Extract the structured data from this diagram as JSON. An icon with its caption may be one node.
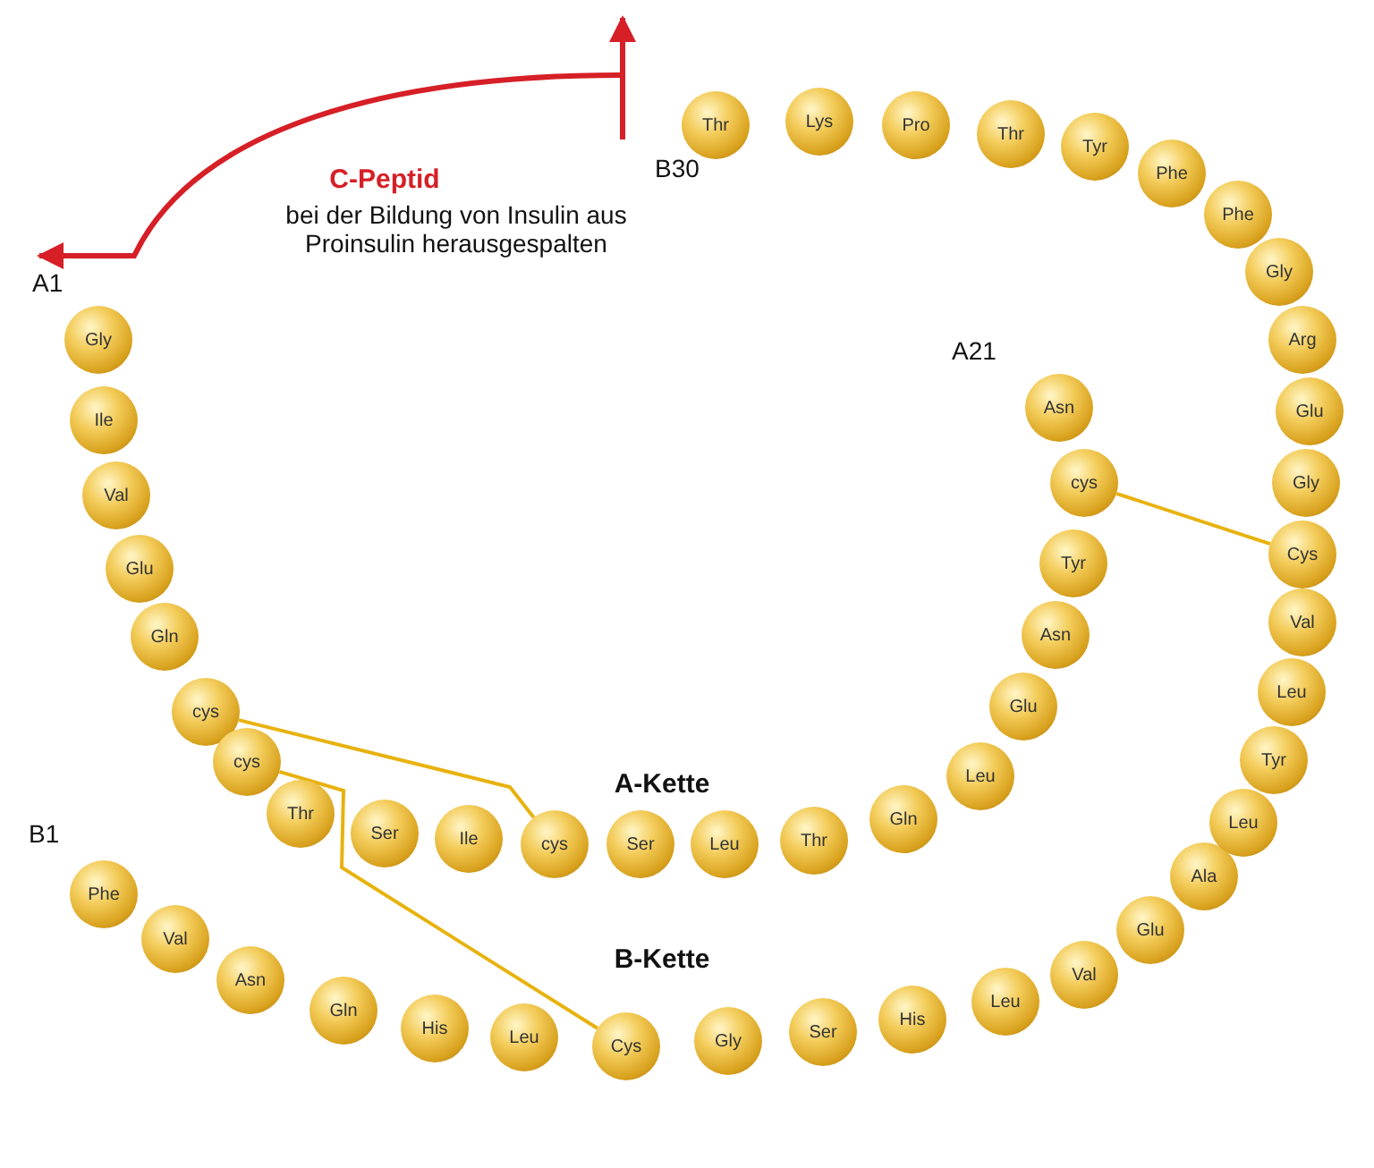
{
  "diagram": {
    "nodes": [
      {
        "text": [
          "Gly"
        ]
      },
      {
        "text": [
          "Ile"
        ]
      },
      {
        "text": [
          "Val"
        ]
      },
      {
        "text": [
          "Glu"
        ]
      },
      {
        "text": [
          "Gln"
        ]
      },
      {
        "text": [
          "cys"
        ]
      },
      {
        "text": [
          "cys"
        ]
      },
      {
        "text": [
          "Thr"
        ]
      },
      {
        "text": [
          "Ser"
        ]
      },
      {
        "text": [
          "Ile"
        ]
      },
      {
        "text": [
          "cys"
        ]
      },
      {
        "text": [
          "Ser"
        ]
      },
      {
        "text": [
          "Leu"
        ]
      },
      {
        "text": [
          "Thr"
        ]
      },
      {
        "text": [
          "Gln"
        ]
      },
      {
        "text": [
          "Leu"
        ]
      },
      {
        "text": [
          "Glu"
        ]
      },
      {
        "text": [
          "Asn"
        ]
      },
      {
        "text": [
          "Tyr"
        ]
      },
      {
        "text": [
          "cys"
        ]
      },
      {
        "text": [
          "Asn"
        ]
      },
      {
        "text": [
          "Phe"
        ]
      },
      {
        "text": [
          "Val"
        ]
      },
      {
        "text": [
          "Asn"
        ]
      },
      {
        "text": [
          "Gln"
        ]
      },
      {
        "text": [
          "His"
        ]
      },
      {
        "text": [
          "Leu"
        ]
      },
      {
        "text": [
          "Cys"
        ]
      },
      {
        "text": [
          "Gly"
        ]
      },
      {
        "text": [
          "Ser"
        ]
      },
      {
        "text": [
          "His"
        ]
      },
      {
        "text": [
          "Leu"
        ]
      },
      {
        "text": [
          "Val"
        ]
      },
      {
        "text": [
          "Glu"
        ]
      },
      {
        "text": [
          "Ala"
        ]
      },
      {
        "text": [
          "Leu"
        ]
      },
      {
        "text": [
          "Tyr"
        ]
      },
      {
        "text": [
          "Leu"
        ]
      },
      {
        "text": [
          "Val"
        ]
      },
      {
        "text": [
          "Cys"
        ]
      },
      {
        "text": [
          "Gly"
        ]
      },
      {
        "text": [
          "Glu"
        ]
      },
      {
        "text": [
          "Arg"
        ]
      },
      {
        "text": [
          "Gly"
        ]
      },
      {
        "text": [
          "Phe"
        ]
      },
      {
        "text": [
          "Phe"
        ]
      },
      {
        "text": [
          "Tyr"
        ]
      },
      {
        "text": [
          "Thr"
        ]
      },
      {
        "text": [
          "Pro"
        ]
      },
      {
        "text": [
          "Lys"
        ]
      },
      {
        "text": [
          "Thr"
        ]
      }
    ],
    "edges": [
      {
        "from": 5,
        "to": 10,
        "arrow": "none"
      },
      {
        "from": 6,
        "to": 27,
        "arrow": "none"
      },
      {
        "from": 19,
        "to": 39,
        "arrow": "none"
      }
    ],
    "labels": [
      "C-Peptid",
      "bei der Bildung von Insulin aus Proinsulin herausgespalten",
      "B30",
      "A1",
      "A21",
      "A-Kette",
      "B1",
      "B-Kette"
    ]
  }
}
